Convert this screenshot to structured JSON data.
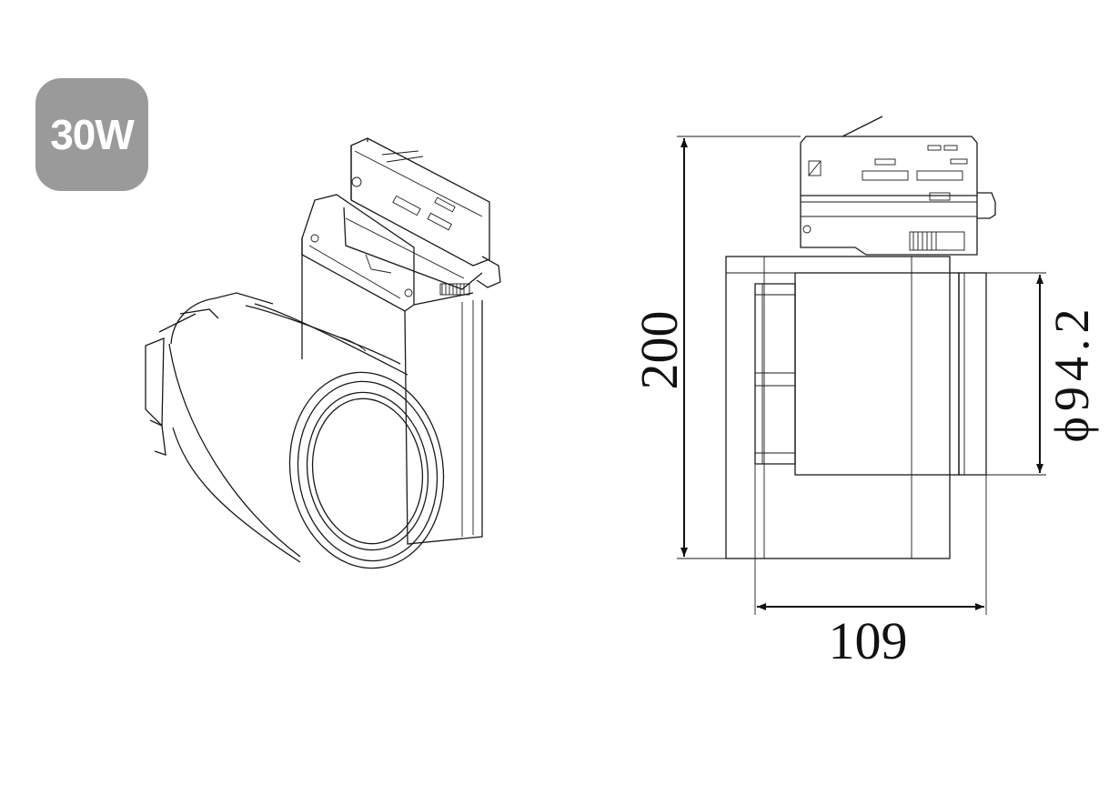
{
  "badge": {
    "label": "30W",
    "color": "#9a9a9a"
  },
  "dimensions": {
    "height": "200",
    "width": "109",
    "diameter": "ϕ94.2"
  }
}
